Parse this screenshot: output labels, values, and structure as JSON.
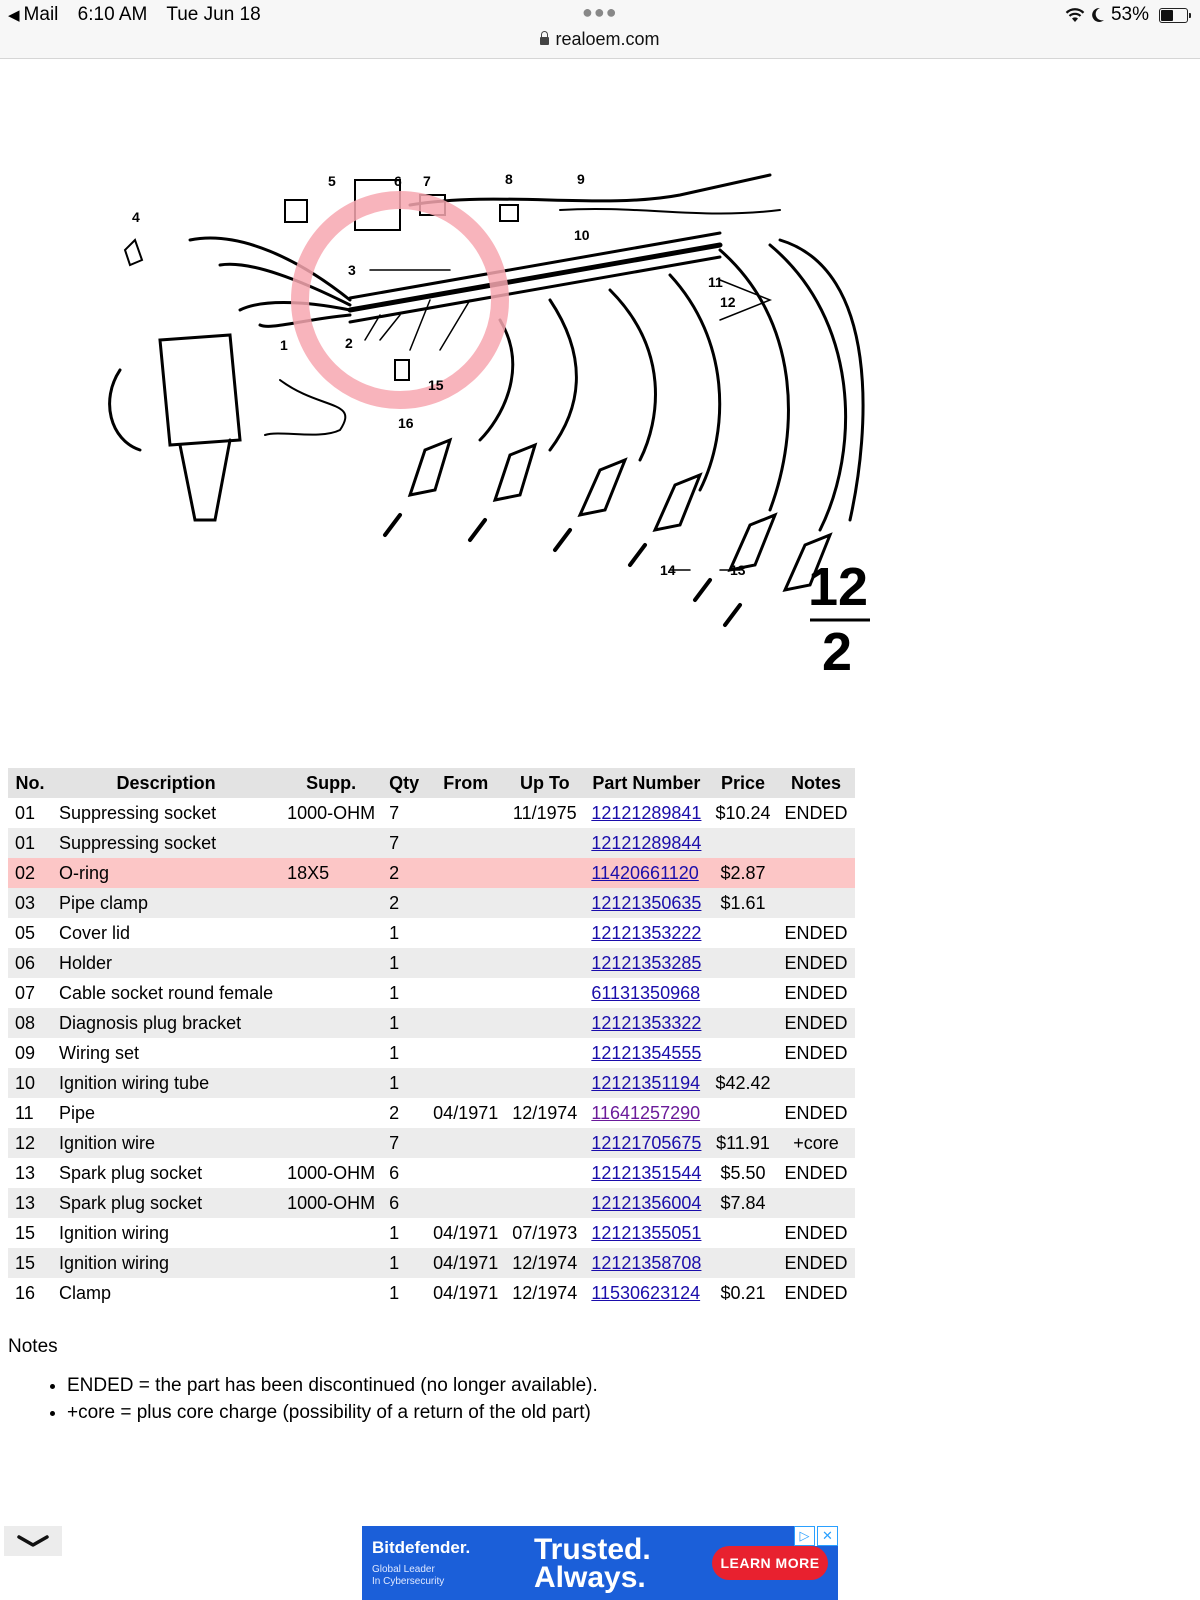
{
  "status_bar": {
    "back_app": "Mail",
    "time": "6:10 AM",
    "date": "Tue Jun 18",
    "url": "realoem.com",
    "battery": "53%",
    "battery_level": 0.53,
    "icons": [
      "wifi-icon",
      "moon-icon",
      "battery-icon",
      "lock-icon"
    ]
  },
  "diagram": {
    "callouts": [
      "1",
      "2",
      "3",
      "4",
      "5",
      "6",
      "7",
      "8",
      "9",
      "10",
      "11",
      "12",
      "13",
      "14",
      "15",
      "16"
    ],
    "page_top": "12",
    "page_bottom": "2",
    "highlight_color": "#f7a7b0"
  },
  "table": {
    "headers": [
      "No.",
      "Description",
      "Supp.",
      "Qty",
      "From",
      "Up To",
      "Part Number",
      "Price",
      "Notes"
    ],
    "rows": [
      {
        "no": "01",
        "desc": "Suppressing socket",
        "supp": "1000-OHM",
        "qty": "7",
        "from": "",
        "upto": "11/1975",
        "part": "12121289841",
        "price": "$10.24",
        "notes": "ENDED"
      },
      {
        "no": "01",
        "desc": "Suppressing socket",
        "supp": "",
        "qty": "7",
        "from": "",
        "upto": "",
        "part": "12121289844",
        "price": "",
        "notes": ""
      },
      {
        "no": "02",
        "desc": "O-ring",
        "supp": "18X5",
        "qty": "2",
        "from": "",
        "upto": "",
        "part": "11420661120",
        "price": "$2.87",
        "notes": ""
      },
      {
        "no": "03",
        "desc": "Pipe clamp",
        "supp": "",
        "qty": "2",
        "from": "",
        "upto": "",
        "part": "12121350635",
        "price": "$1.61",
        "notes": ""
      },
      {
        "no": "05",
        "desc": "Cover lid",
        "supp": "",
        "qty": "1",
        "from": "",
        "upto": "",
        "part": "12121353222",
        "price": "",
        "notes": "ENDED"
      },
      {
        "no": "06",
        "desc": "Holder",
        "supp": "",
        "qty": "1",
        "from": "",
        "upto": "",
        "part": "12121353285",
        "price": "",
        "notes": "ENDED"
      },
      {
        "no": "07",
        "desc": "Cable socket round female",
        "supp": "",
        "qty": "1",
        "from": "",
        "upto": "",
        "part": "61131350968",
        "price": "",
        "notes": "ENDED"
      },
      {
        "no": "08",
        "desc": "Diagnosis plug bracket",
        "supp": "",
        "qty": "1",
        "from": "",
        "upto": "",
        "part": "12121353322",
        "price": "",
        "notes": "ENDED"
      },
      {
        "no": "09",
        "desc": "Wiring set",
        "supp": "",
        "qty": "1",
        "from": "",
        "upto": "",
        "part": "12121354555",
        "price": "",
        "notes": "ENDED"
      },
      {
        "no": "10",
        "desc": "Ignition wiring tube",
        "supp": "",
        "qty": "1",
        "from": "",
        "upto": "",
        "part": "12121351194",
        "price": "$42.42",
        "notes": ""
      },
      {
        "no": "11",
        "desc": "Pipe",
        "supp": "",
        "qty": "2",
        "from": "04/1971",
        "upto": "12/1974",
        "part": "11641257290",
        "price": "",
        "notes": "ENDED"
      },
      {
        "no": "12",
        "desc": "Ignition wire",
        "supp": "",
        "qty": "7",
        "from": "",
        "upto": "",
        "part": "12121705675",
        "price": "$11.91",
        "notes": "+core"
      },
      {
        "no": "13",
        "desc": "Spark plug socket",
        "supp": "1000-OHM",
        "qty": "6",
        "from": "",
        "upto": "",
        "part": "12121351544",
        "price": "$5.50",
        "notes": "ENDED"
      },
      {
        "no": "13",
        "desc": "Spark plug socket",
        "supp": "1000-OHM",
        "qty": "6",
        "from": "",
        "upto": "",
        "part": "12121356004",
        "price": "$7.84",
        "notes": ""
      },
      {
        "no": "15",
        "desc": "Ignition wiring",
        "supp": "",
        "qty": "1",
        "from": "04/1971",
        "upto": "07/1973",
        "part": "12121355051",
        "price": "",
        "notes": "ENDED"
      },
      {
        "no": "15",
        "desc": "Ignition wiring",
        "supp": "",
        "qty": "1",
        "from": "04/1971",
        "upto": "12/1974",
        "part": "12121358708",
        "price": "",
        "notes": "ENDED"
      },
      {
        "no": "16",
        "desc": "Clamp",
        "supp": "",
        "qty": "1",
        "from": "04/1971",
        "upto": "12/1974",
        "part": "11530623124",
        "price": "$0.21",
        "notes": "ENDED"
      }
    ],
    "highlighted_row": 2,
    "visited_row": 10
  },
  "notes": {
    "title": "Notes",
    "items": [
      "ENDED = the part has been discontinued (no longer available).",
      "+core = plus core charge (possibility of a return of the old part)"
    ]
  },
  "ad": {
    "brand": "Bitdefender.",
    "tagline1": "Global Leader",
    "tagline2": "In Cybersecurity",
    "slogan1": "Trusted.",
    "slogan2": "Always.",
    "button": "LEARN MORE",
    "icons": [
      "adchoices-icon",
      "close-icon"
    ]
  },
  "bottom_bar": {
    "icons": [
      "chevron-down-icon"
    ]
  }
}
